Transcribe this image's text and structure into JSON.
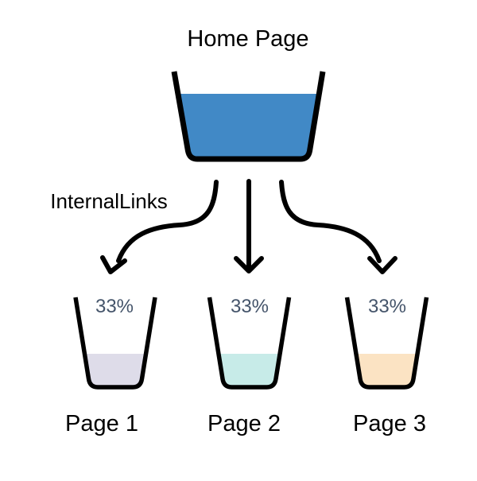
{
  "background": "#FFFFFF",
  "colors": {
    "outline": "#000000",
    "label_text": "#000000",
    "percent_text": "#44546A"
  },
  "source": {
    "title": "Home Page",
    "liquid_color": "#4189C6"
  },
  "flow_label": "InternalLinks",
  "targets": [
    {
      "label": "Page 1",
      "percent": "33%",
      "liquid_color": "#DEDCE9"
    },
    {
      "label": "Page 2",
      "percent": "33%",
      "liquid_color": "#C7EBE8"
    },
    {
      "label": "Page 3",
      "percent": "33%",
      "liquid_color": "#FBE3C3"
    }
  ]
}
